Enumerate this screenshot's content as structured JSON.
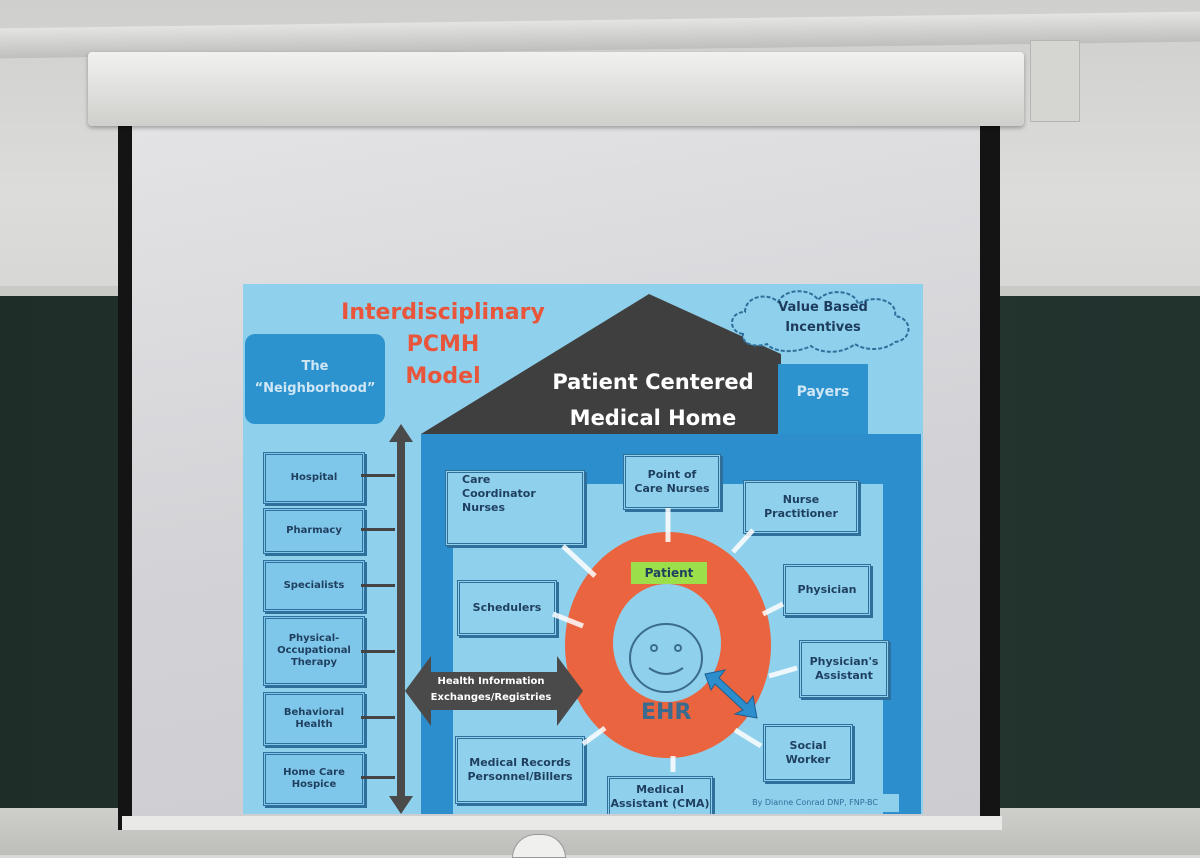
{
  "slide": {
    "title_lines": [
      "Interdisciplinary",
      "PCMH",
      "Model"
    ],
    "house_lines": [
      "Patient Centered",
      "Medical Home"
    ],
    "cloud": [
      "Value Based",
      "Incentives"
    ],
    "payers": "Payers",
    "neighborhood": [
      "The",
      "“Neighborhood”"
    ],
    "left_boxes": [
      {
        "lines": [
          "Hospital"
        ]
      },
      {
        "lines": [
          "Pharmacy"
        ]
      },
      {
        "lines": [
          "Specialists"
        ]
      },
      {
        "lines": [
          "Physical-",
          "Occupational",
          "Therapy"
        ]
      },
      {
        "lines": [
          "Behavioral",
          "Health"
        ]
      },
      {
        "lines": [
          "Home Care",
          "Hospice"
        ]
      }
    ],
    "team": {
      "care_coordinator": [
        "Care",
        "Coordinator",
        "Nurses"
      ],
      "point_of_care": [
        "Point of",
        "Care Nurses"
      ],
      "nurse_practitioner": [
        "Nurse",
        "Practitioner"
      ],
      "schedulers": [
        "Schedulers"
      ],
      "physician": [
        "Physician"
      ],
      "physicians_assistant": [
        "Physician's",
        "Assistant"
      ],
      "medical_records": [
        "Medical Records",
        "Personnel/Billers"
      ],
      "social_worker": [
        "Social",
        "Worker"
      ],
      "medical_assistant": [
        "Medical",
        "Assistant (CMA)"
      ]
    },
    "patient": "Patient",
    "ehr": "EHR",
    "hie": [
      "Health Information",
      "Exchanges/Registries"
    ],
    "credit": "By Dianne Conrad DNP, FNP-BC"
  },
  "colors": {
    "slide_bg": "#8fd0ec",
    "title_red": "#e8553a",
    "roof_dark": "#3f3f3f",
    "panel_blue": "#2c8ecc",
    "ring_orange": "#e9643f",
    "patient_green": "#9be04a"
  }
}
